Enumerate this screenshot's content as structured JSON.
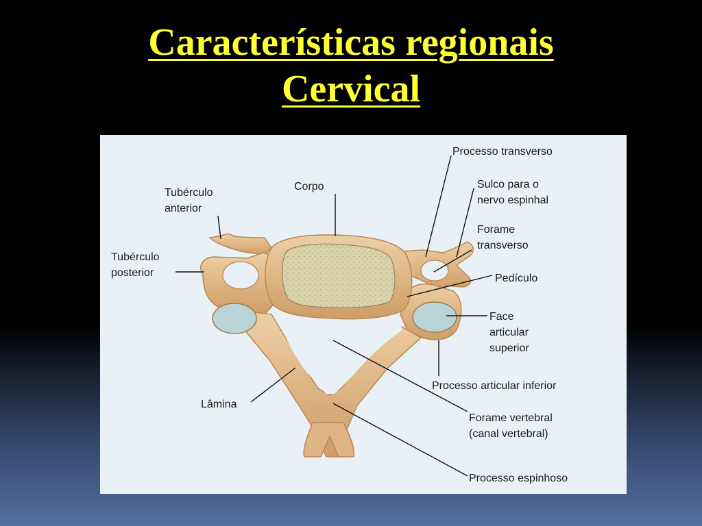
{
  "slide": {
    "title_line1": "Características regionais",
    "title_line2": "Cervical"
  },
  "diagram": {
    "labels": {
      "processo_transverso": "Processo transverso",
      "sulco_line1": "Sulco para o",
      "sulco_line2": "nervo espinhal",
      "forame_transverso_line1": "Forame",
      "forame_transverso_line2": "transverso",
      "pediculo": "Pedículo",
      "face_line1": "Face",
      "face_line2": "articular",
      "face_line3": "superior",
      "processo_articular_inferior": "Processo articular inferior",
      "forame_vertebral_line1": "Forame vertebral",
      "forame_vertebral_line2": "(canal vertebral)",
      "processo_espinhoso": "Processo espinhoso",
      "corpo": "Corpo",
      "tuberculo_anterior_line1": "Tubérculo",
      "tuberculo_anterior_line2": "anterior",
      "tuberculo_posterior_line1": "Tubérculo",
      "tuberculo_posterior_line2": "posterior",
      "lamina": "Lâmina"
    }
  },
  "colors": {
    "title": "#ffff33",
    "panel": "#e9f1f6",
    "bone": "#e2b98a",
    "bone_shade": "#c9955f",
    "body_fill": "#d8d2a8",
    "facet": "#b9d3d6"
  }
}
